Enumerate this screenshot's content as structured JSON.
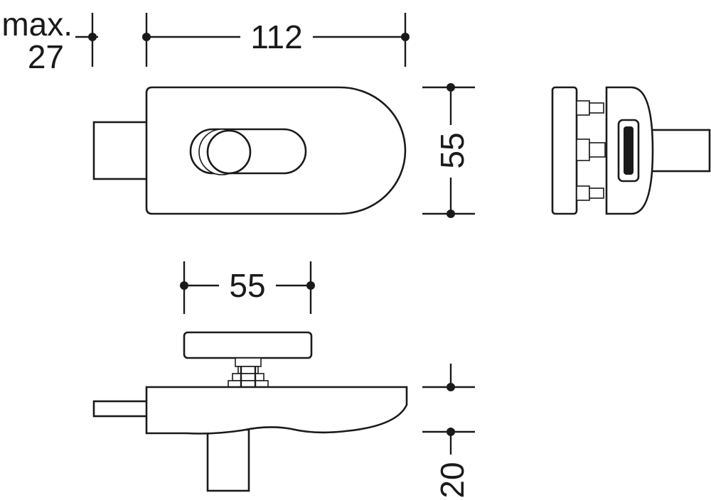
{
  "dimensions": {
    "max_label": "max.",
    "thickness": "27",
    "width_top": "112",
    "height_right": "55",
    "width_bottom": "55",
    "depth_bottom": "20"
  },
  "colors": {
    "line": "#1a1a1a",
    "background": "#ffffff"
  }
}
